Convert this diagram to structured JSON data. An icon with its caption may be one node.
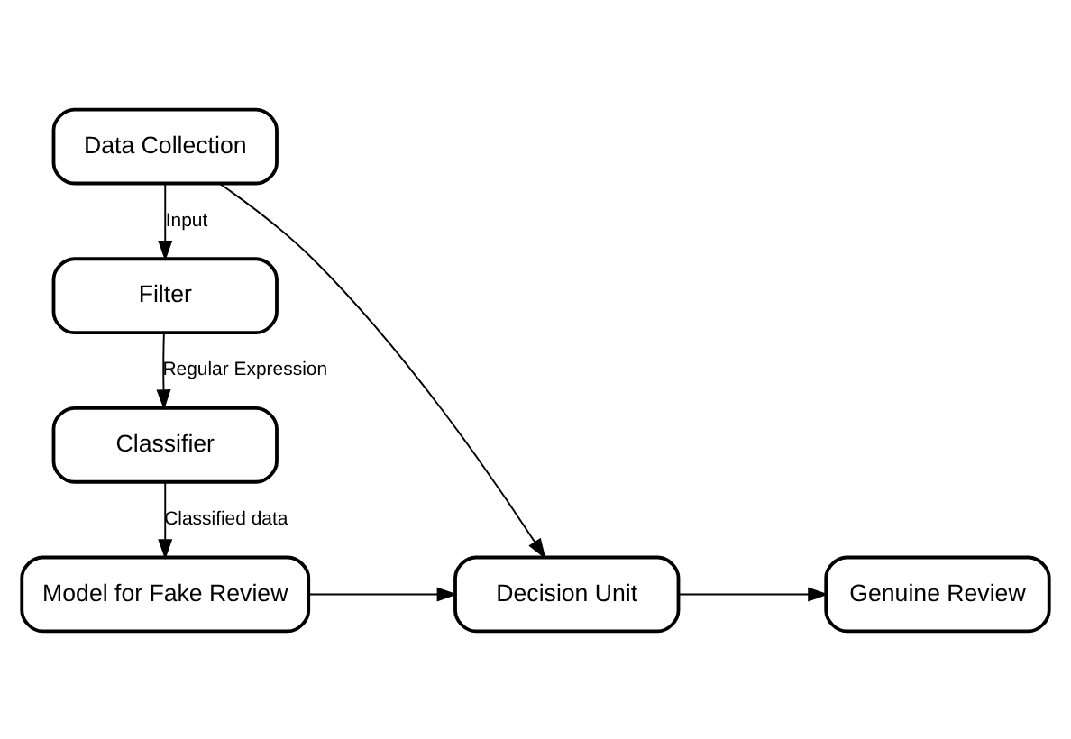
{
  "diagram": {
    "nodes": [
      {
        "text": [
          "Data Collection"
        ]
      },
      {
        "text": [
          "Filter"
        ]
      },
      {
        "text": [
          "Classifier"
        ]
      },
      {
        "text": [
          "Model for Fake Review"
        ]
      },
      {
        "text": [
          "Decision Unit"
        ]
      },
      {
        "text": [
          "Genuine Review"
        ]
      }
    ],
    "edges": [
      {
        "from": 0,
        "to": 1,
        "arrow": "to",
        "label": "Input"
      },
      {
        "from": 1,
        "to": 2,
        "arrow": "to",
        "label": "Regular Expression"
      },
      {
        "from": 2,
        "to": 3,
        "arrow": "to",
        "label": "Classified data"
      },
      {
        "from": 3,
        "to": 4,
        "arrow": "to"
      },
      {
        "from": 0,
        "to": 4,
        "arrow": "to"
      },
      {
        "from": 4,
        "to": 5,
        "arrow": "to"
      }
    ]
  }
}
